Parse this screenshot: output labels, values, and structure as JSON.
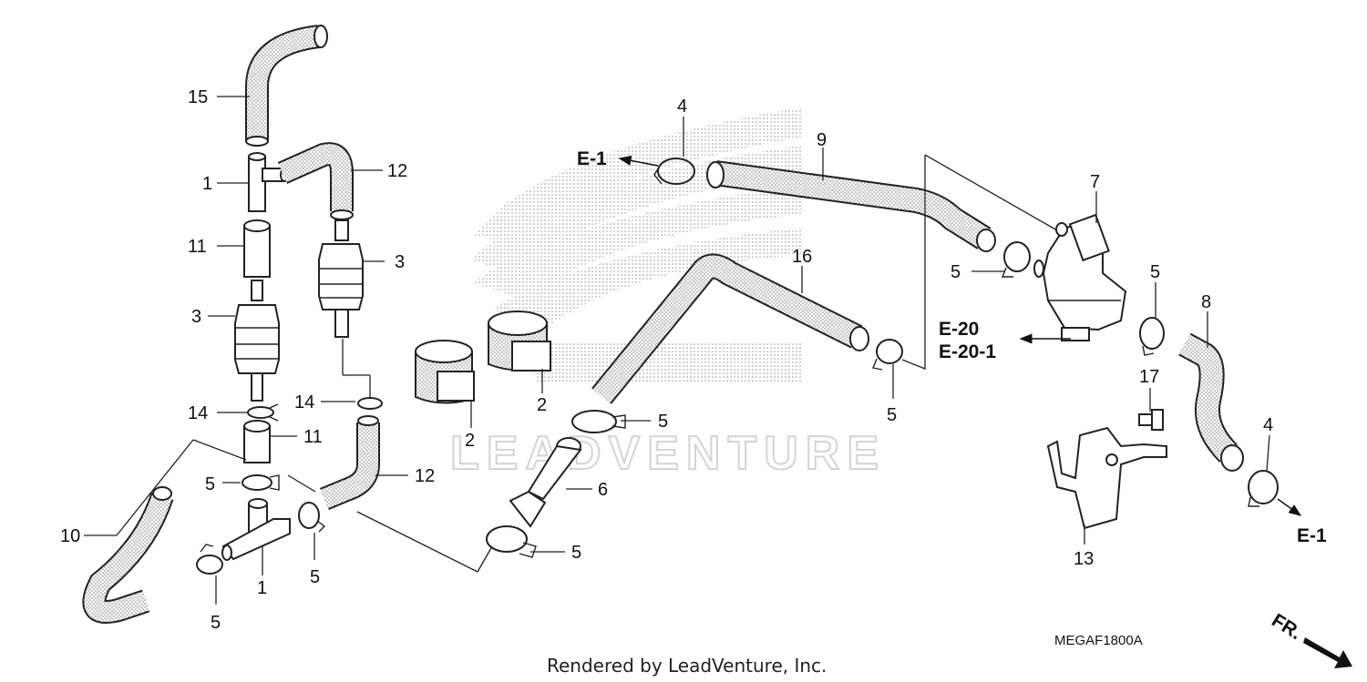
{
  "labels": {
    "c15": "15",
    "c1a": "1",
    "c11a": "11",
    "c3a": "3",
    "c14a": "14",
    "c11b": "11",
    "c5a": "5",
    "c10": "10",
    "c5b": "5",
    "c1b": "1",
    "c12a": "12",
    "c3b": "3",
    "c14b": "14",
    "c12b": "12",
    "c5c": "5",
    "c2a": "2",
    "c2b": "2",
    "c5d": "5",
    "c6": "6",
    "c5e": "5",
    "c4a": "4",
    "c9": "9",
    "c16": "16",
    "c5f": "5",
    "c7": "7",
    "c5g": "5",
    "c5h": "5",
    "c8": "8",
    "c17": "17",
    "c4b": "4",
    "c13": "13"
  },
  "refs": {
    "e1_left": "E-1",
    "e20": "E-20",
    "e20_1": "E-20-1",
    "e1_right": "E-1"
  },
  "diagram_code": "MEGAF1800A",
  "front_marker": "FR.",
  "credit": "Rendered by LeadVenture, Inc.",
  "watermark": "LEADVENTURE"
}
